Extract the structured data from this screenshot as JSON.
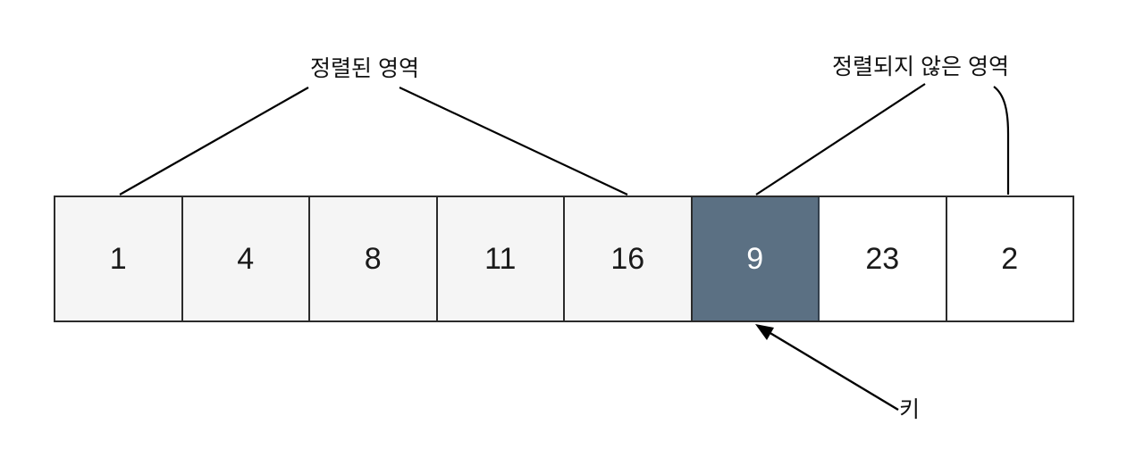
{
  "labels": {
    "sorted_region": "정렬된 영역",
    "unsorted_region": "정렬되지 않은 영역",
    "key": "키"
  },
  "array": {
    "cells": [
      {
        "value": "1",
        "state": "sorted"
      },
      {
        "value": "4",
        "state": "sorted"
      },
      {
        "value": "8",
        "state": "sorted"
      },
      {
        "value": "11",
        "state": "sorted"
      },
      {
        "value": "16",
        "state": "sorted"
      },
      {
        "value": "9",
        "state": "key"
      },
      {
        "value": "23",
        "state": "unsorted"
      },
      {
        "value": "2",
        "state": "unsorted"
      }
    ]
  },
  "colors": {
    "sorted_cell_fill": "#f5f5f5",
    "key_cell_fill": "#5b7083",
    "key_cell_text": "#ffffff",
    "unsorted_cell_fill": "#ffffff",
    "cell_border": "#2b2b2b",
    "connector_line": "#000000",
    "label_text": "#111111"
  }
}
